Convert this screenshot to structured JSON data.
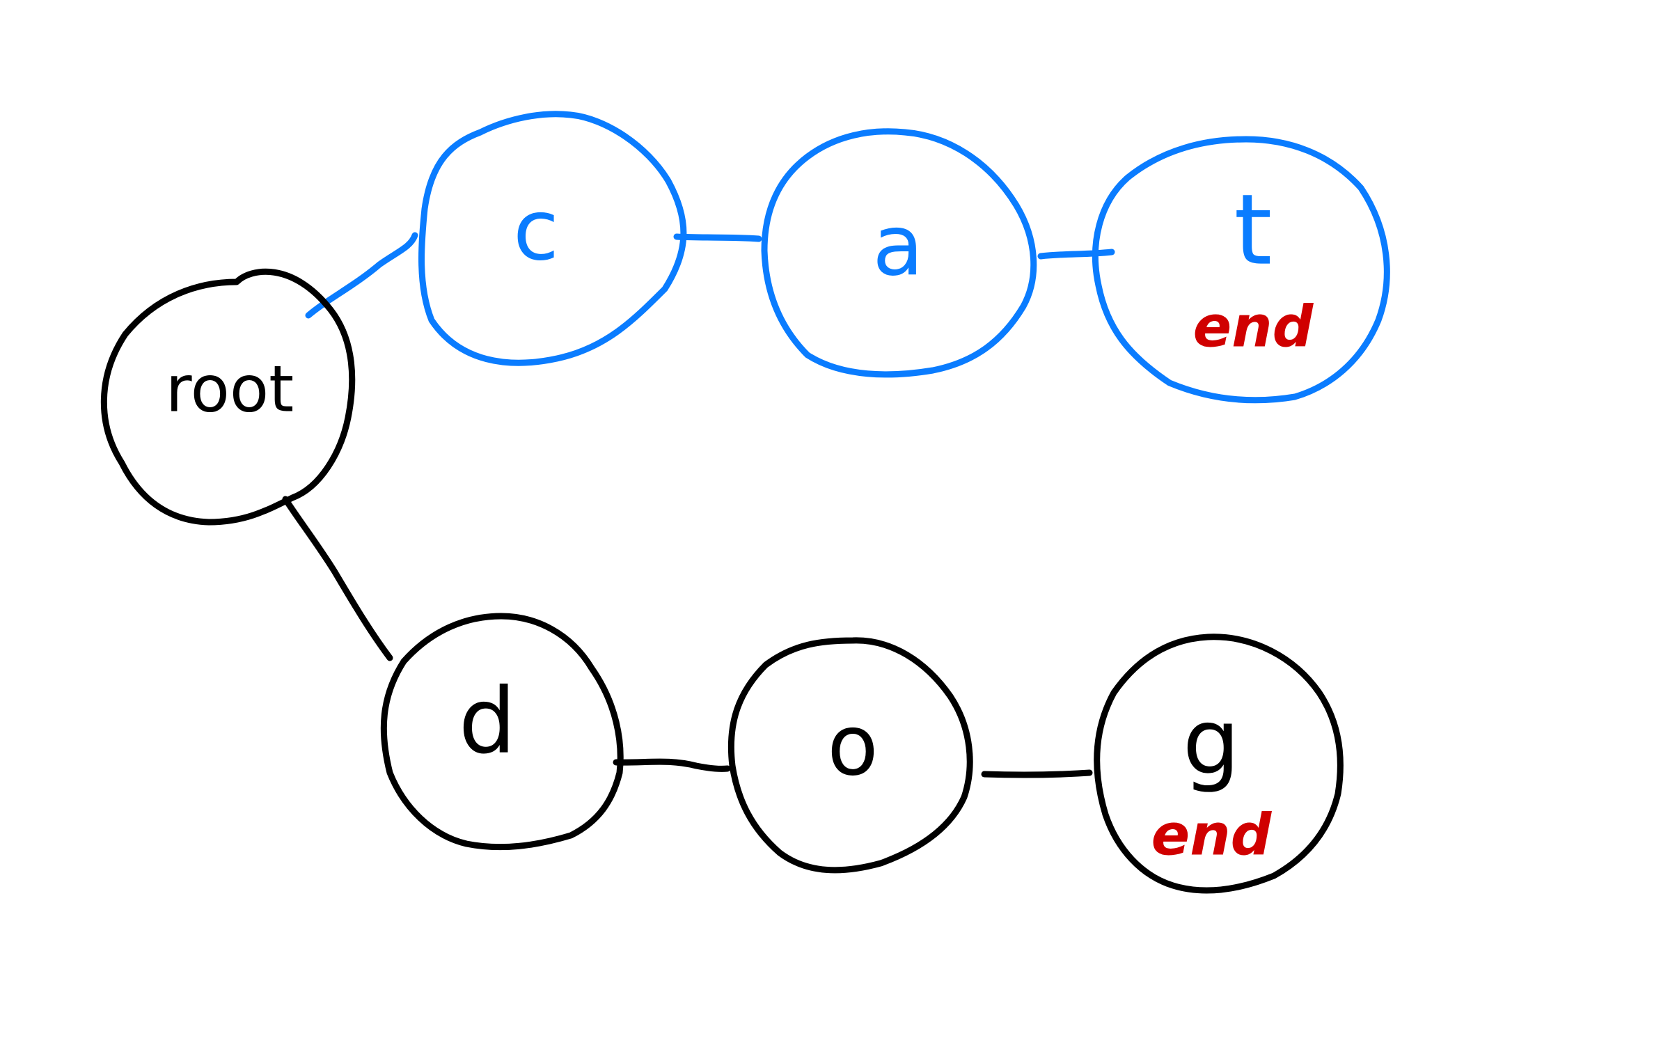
{
  "diagram": {
    "root": {
      "label": "root",
      "color": "#000000"
    },
    "path_cat": {
      "color": "#0A7CFF",
      "nodes": [
        {
          "label": "c"
        },
        {
          "label": "a"
        },
        {
          "label": "t",
          "end_marker": "end"
        }
      ]
    },
    "path_dog": {
      "color": "#000000",
      "nodes": [
        {
          "label": "d"
        },
        {
          "label": "o"
        },
        {
          "label": "g",
          "end_marker": "end"
        }
      ]
    },
    "end_marker_color": "#D00000"
  }
}
